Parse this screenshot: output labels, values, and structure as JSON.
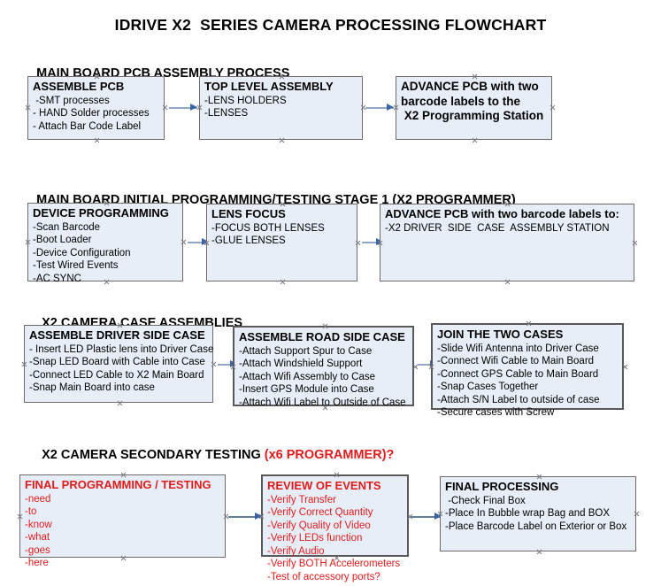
{
  "document": {
    "title": "IDRIVE X2  SERIES CAMERA PROCESSING FLOWCHART"
  },
  "colors": {
    "box_fill": "#e7eef8",
    "box_border": "#6b6b6b",
    "accent_red": "#e01b1b",
    "arrow_shaft": "#8fa8c4",
    "arrow_head": "#3a63a8",
    "text": "#000000"
  },
  "sections": [
    {
      "id": "main-board-pcb-assembly",
      "heading": "MAIN BOARD PCB ASSEMBLY PROCESS",
      "heading_accent": "",
      "boxes": [
        {
          "id": "assemble-pcb",
          "title": "ASSEMBLE PCB",
          "lines": [
            " -SMT processes",
            "- HAND Solder processes",
            "- Attach Bar Code Label"
          ]
        },
        {
          "id": "top-level-assembly",
          "title": "TOP LEVEL ASSEMBLY",
          "lines": [
            "-LENS HOLDERS",
            "-LENSES"
          ]
        },
        {
          "id": "advance-pcb-to-programming-station",
          "title": "ADVANCE PCB with two",
          "lines": [
            "barcode labels to the",
            " X2 Programming Station"
          ]
        }
      ]
    },
    {
      "id": "main-board-initial-programming",
      "heading": "MAIN BOARD INITIAL PROGRAMMING/TESTING STAGE 1 (X2 PROGRAMMER)",
      "heading_accent": "",
      "boxes": [
        {
          "id": "device-programming",
          "title": "DEVICE PROGRAMMING",
          "lines": [
            "-Scan Barcode",
            "-Boot Loader",
            "-Device Configuration",
            "-Test Wired Events",
            "-AC SYNC"
          ]
        },
        {
          "id": "lens-focus",
          "title": "LENS FOCUS",
          "lines": [
            "-FOCUS BOTH LENSES",
            "-GLUE LENSES"
          ]
        },
        {
          "id": "advance-pcb-to-driver-side-case",
          "title": "ADVANCE PCB with two barcode labels to:",
          "lines": [
            "-X2 DRIVER  SIDE  CASE  ASSEMBLY STATION"
          ]
        }
      ]
    },
    {
      "id": "x2-camera-case-assemblies",
      "heading": "X2 CAMERA CASE ASSEMBLIES",
      "heading_accent": "",
      "boxes": [
        {
          "id": "assemble-driver-side-case",
          "title": "ASSEMBLE DRIVER SIDE CASE",
          "lines": [
            "- Insert LED Plastic lens into Driver Case",
            "-Snap LED Board with Cable into Case",
            "-Connect LED Cable to X2 Main Board",
            "-Snap Main Board into case"
          ]
        },
        {
          "id": "assemble-road-side-case",
          "title": "ASSEMBLE ROAD SIDE CASE",
          "lines": [
            "-Attach Support Spur to Case",
            "-Attach Windshield Support",
            "-Attach Wifi Assembly to Case",
            "-Insert GPS Module into Case",
            "-Attach Wifi Label to Outside of Case"
          ]
        },
        {
          "id": "join-the-two-cases",
          "title": "JOIN THE TWO CASES",
          "lines": [
            "-Slide Wifi Antenna into Driver Case",
            "-Connect Wifi Cable to Main Board",
            "-Connect GPS Cable to Main Board",
            "-Snap Cases Together",
            "-Attach S/N Label to outside of case",
            "-Secure cases with Screw"
          ]
        }
      ]
    },
    {
      "id": "x2-camera-secondary-testing",
      "heading": "X2 CAMERA SECONDARY TESTING ",
      "heading_accent": "(x6 PROGRAMMER)?",
      "boxes": [
        {
          "id": "final-programming-testing",
          "title": "FINAL PROGRAMMING / TESTING",
          "lines": [
            "-need",
            "-to",
            "-know",
            "-what",
            "-goes",
            "-here"
          ]
        },
        {
          "id": "review-of-events",
          "title": "REVIEW OF EVENTS",
          "lines": [
            "-Verify Transfer",
            "-Verify Correct Quantity",
            "-Verify Quality of Video",
            "-Verify LEDs function",
            "-Verify Audio",
            "-Verify BOTH Accelerometers",
            "-Test of accessory ports?"
          ]
        },
        {
          "id": "final-processing",
          "title": "FINAL PROCESSING",
          "lines": [
            " -Check Final Box",
            "-Place In Bubble wrap Bag and BOX",
            "-Place Barcode Label on Exterior or Box"
          ]
        }
      ]
    }
  ]
}
